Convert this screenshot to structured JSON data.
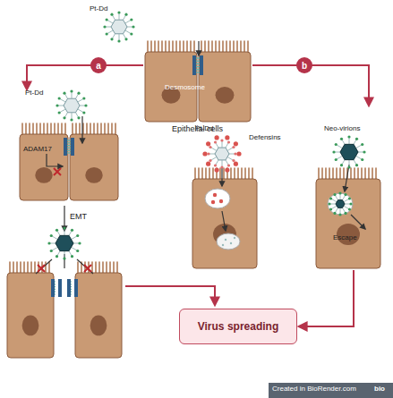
{
  "diagram": {
    "nodes": [
      {
        "text": [
          "a"
        ]
      },
      {
        "text": [
          "b"
        ]
      },
      {
        "text": [
          "Virus spreading"
        ]
      }
    ],
    "labels": [
      "Pt-Dd",
      "Desmosome",
      "Epithelial cells",
      "Pt-Dd",
      "ADAM17",
      "EMT",
      "Pt-Dd",
      "Defensins",
      "Neo-virions",
      "Escape",
      "Created in BioRender.com",
      "bio"
    ]
  }
}
